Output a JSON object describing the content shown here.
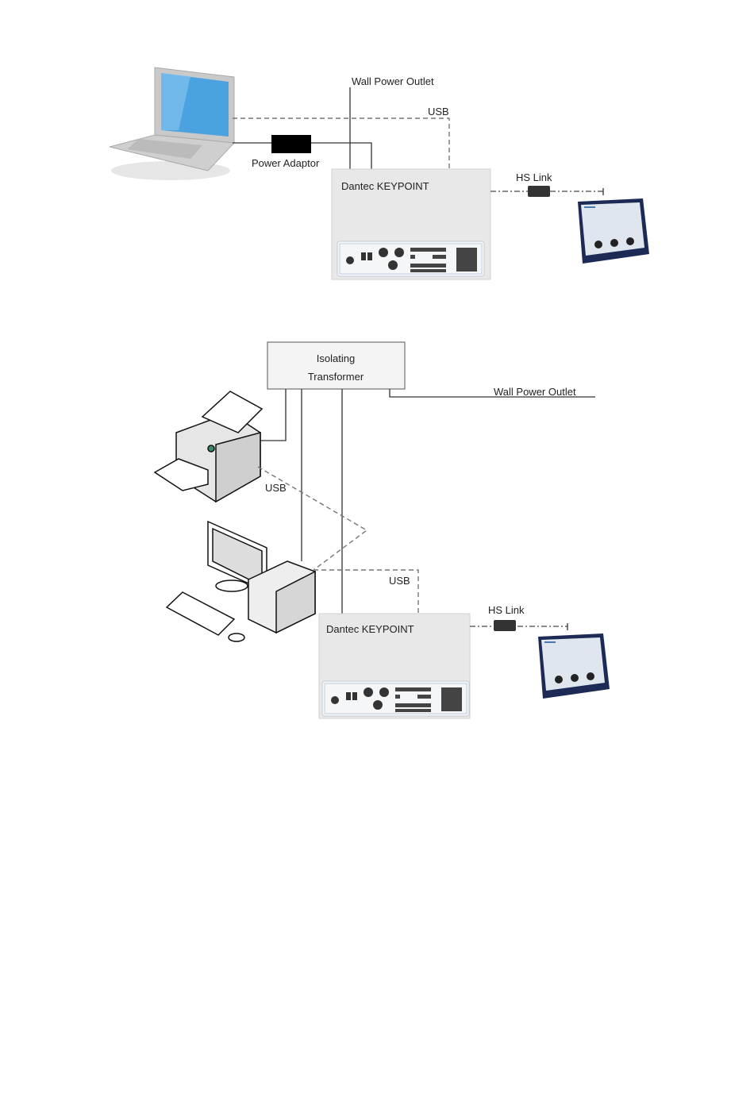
{
  "diagram1": {
    "wall_outlet": "Wall Power Outlet",
    "usb": "USB",
    "power_adaptor": "Power Adaptor",
    "keypoint": "Dantec KEYPOINT",
    "hs_link": "HS Link"
  },
  "diagram2": {
    "transformer_line1": "Isolating",
    "transformer_line2": "Transformer",
    "wall_outlet": "Wall Power Outlet",
    "usb_printer": "USB",
    "usb_keypoint": "USB",
    "keypoint": "Dantec KEYPOINT",
    "hs_link": "HS Link"
  },
  "colors": {
    "device_box": "#e8e8e8",
    "pad": "#1c2a55",
    "screen": "#4aa3e0"
  }
}
